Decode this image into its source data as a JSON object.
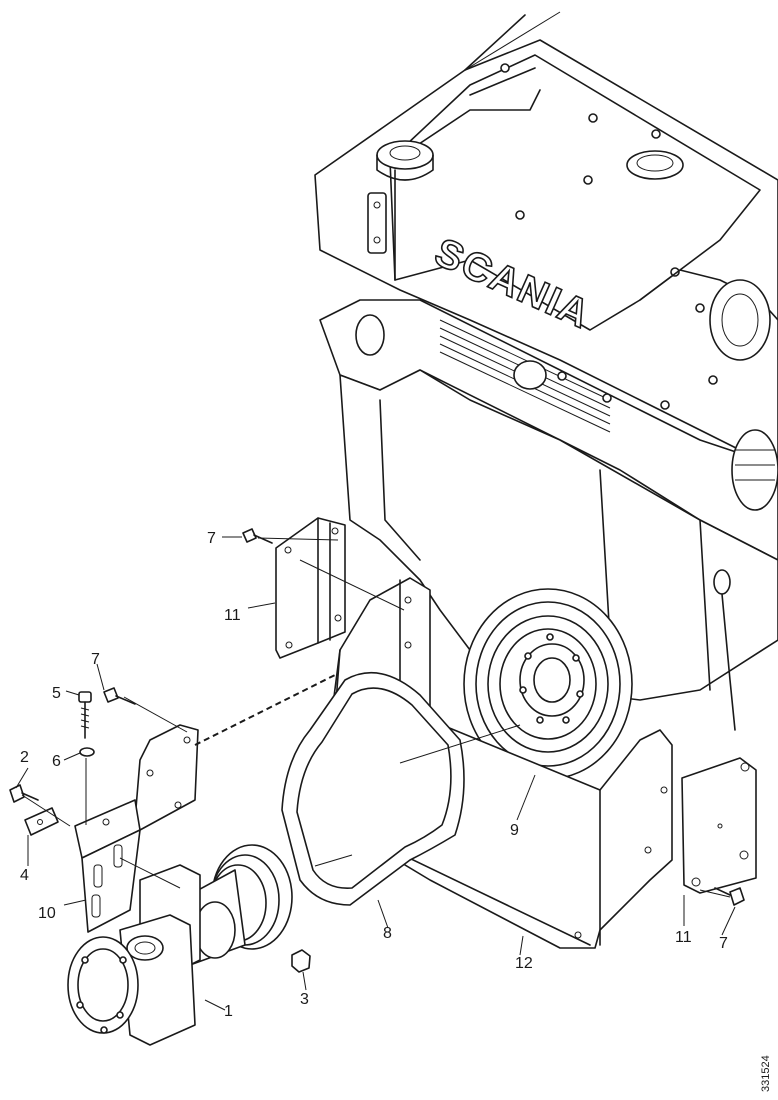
{
  "diagram": {
    "brand_text": "SCANIA",
    "figure_id": "331524",
    "callouts": [
      {
        "id": "c1",
        "label": "1"
      },
      {
        "id": "c2",
        "label": "2"
      },
      {
        "id": "c3",
        "label": "3"
      },
      {
        "id": "c4",
        "label": "4"
      },
      {
        "id": "c5",
        "label": "5"
      },
      {
        "id": "c6",
        "label": "6"
      },
      {
        "id": "c7a",
        "label": "7"
      },
      {
        "id": "c7b",
        "label": "7"
      },
      {
        "id": "c7c",
        "label": "7"
      },
      {
        "id": "c8",
        "label": "8"
      },
      {
        "id": "c9",
        "label": "9"
      },
      {
        "id": "c10",
        "label": "10"
      },
      {
        "id": "c11a",
        "label": "11"
      },
      {
        "id": "c11b",
        "label": "11"
      },
      {
        "id": "c12",
        "label": "12"
      }
    ]
  }
}
